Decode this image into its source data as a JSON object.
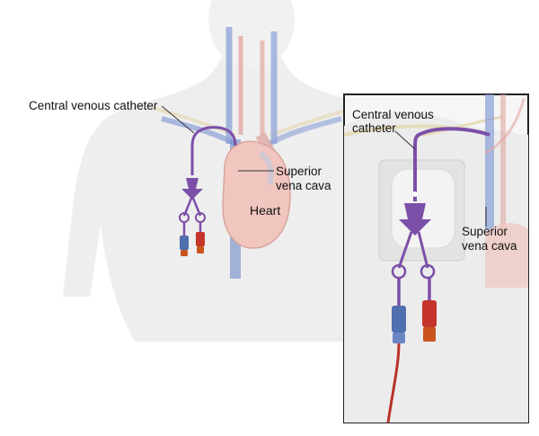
{
  "main_figure": {
    "labels": {
      "catheter": "Central venous catheter",
      "svc_line1": "Superior",
      "svc_line2": "vena cava",
      "heart": "Heart"
    }
  },
  "inset_figure": {
    "labels": {
      "catheter_line1": "Central venous",
      "catheter_line2": "catheter",
      "svc_line1": "Superior",
      "svc_line2": "vena cava"
    }
  },
  "colors": {
    "skin": "#ececec",
    "vein_blue": "#6f86c4",
    "artery_red": "#e1a6a2",
    "heart": "#f1c6bf",
    "catheter_purple": "#7c4fa8",
    "hub_blue": "#4f6fae",
    "hub_red": "#c4342b",
    "cap_orange": "#c9541d",
    "blood_line": "#b8322a",
    "inset_border": "#222222"
  }
}
